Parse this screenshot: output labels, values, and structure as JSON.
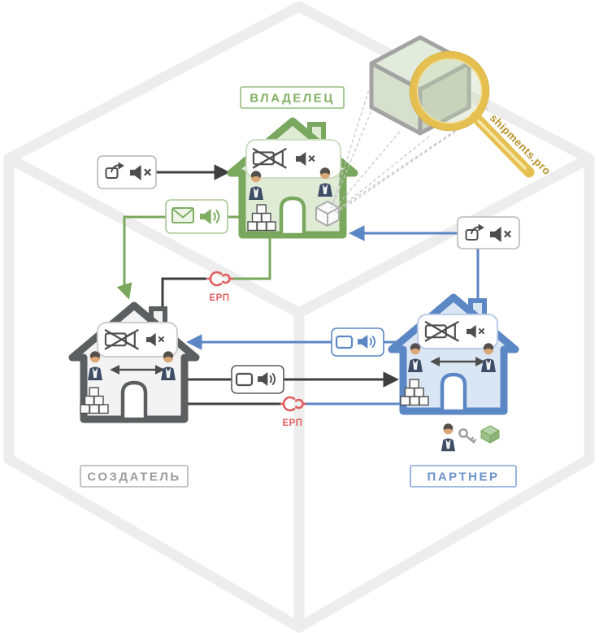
{
  "diagram": {
    "node_labels": {
      "owner": "ВЛАДЕЛЕЦ",
      "creator": "СОЗДАТЕЛЬ",
      "partner": "ПАРТНЕР"
    },
    "brand": "shipments.pro",
    "erp": [
      "ЕРП",
      "ЕРП"
    ],
    "icons": {
      "left_flow_box": [
        "share-icon",
        "audio-muted-icon"
      ],
      "right_flow_box": [
        "share-icon",
        "audio-muted-icon"
      ],
      "mail_flow_box": [
        "envelope-icon",
        "audio-on-icon"
      ],
      "monitor_flow_box_blue": [
        "monitor-icon",
        "audio-on-icon"
      ],
      "monitor_flow_box_dark": [
        "monitor-icon",
        "audio-on-icon"
      ],
      "house_interior": [
        "video-muted-icon",
        "audio-muted-icon",
        "person-icon",
        "goods-stack-icon"
      ],
      "owner_house_extra": [
        "shipment-cube-icon"
      ],
      "partner_footer": [
        "person-icon",
        "key-icon",
        "cube-icon"
      ],
      "magnifier": [
        "magnifier-icon",
        "inspected-cube"
      ]
    },
    "colors": {
      "owner-green": "#79a85e",
      "owner-fill": "#e0ebd6",
      "creator-gray": "#5d5e60",
      "creator-fill": "#f3f3f3",
      "creator-label": "#9c9c9c",
      "partner-blue": "#5b87c5",
      "partner-fill": "#dbe6f5",
      "arrow-dark": "#3f3f3f",
      "erp-red": "#e05e5e",
      "magnifier-gold": "#e5c050",
      "background-cube": "#ededed"
    }
  }
}
